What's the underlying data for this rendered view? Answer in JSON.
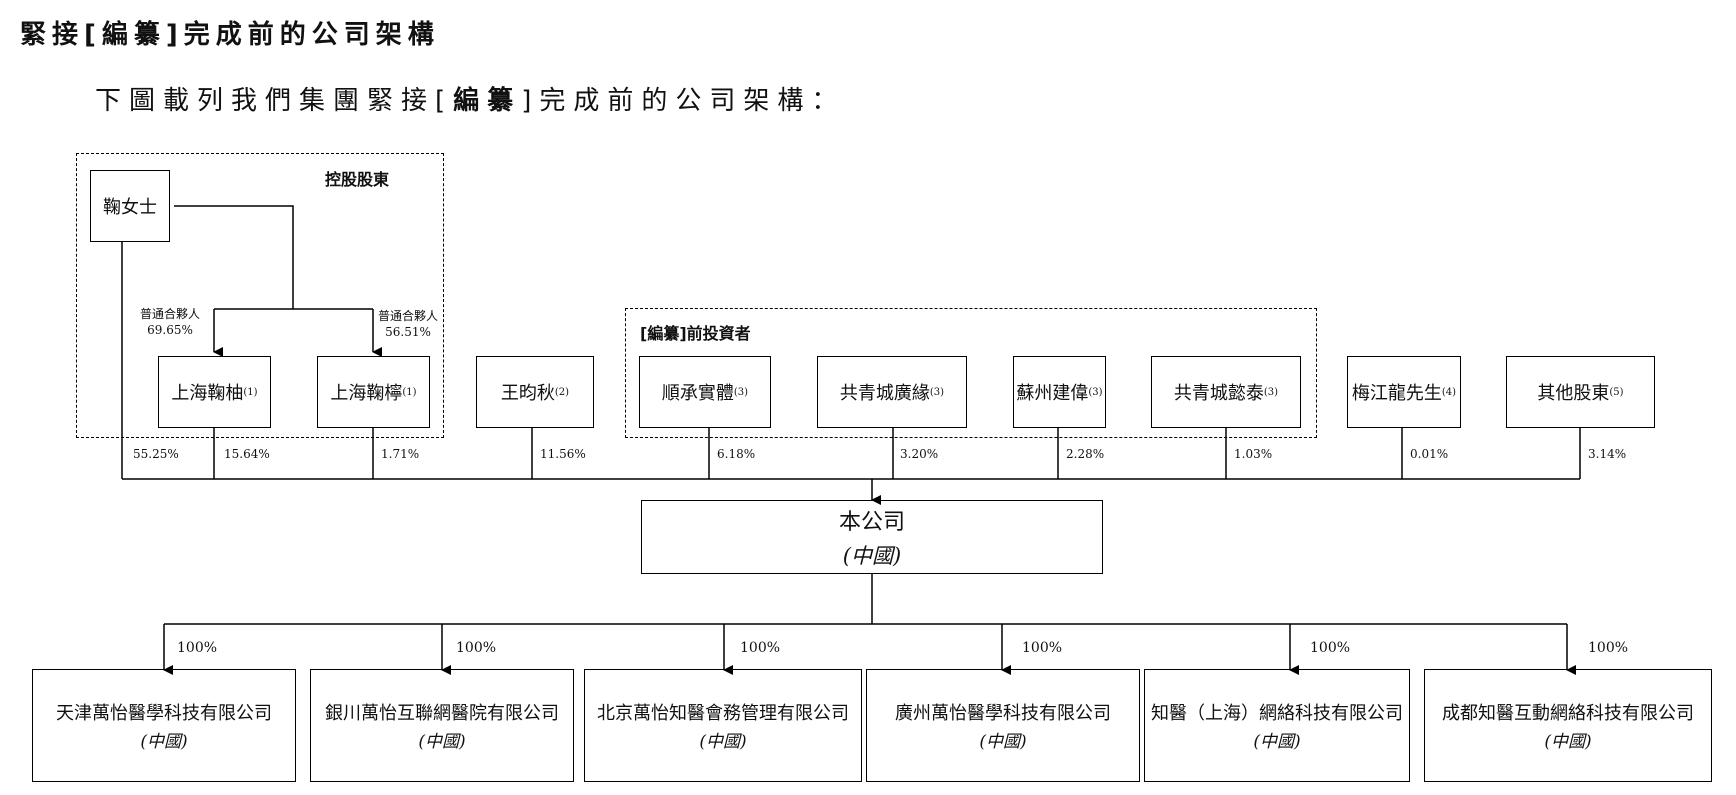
{
  "heading": "緊接[編纂]完成前的公司架構",
  "intro": {
    "before": "下圖載列我們集團緊接",
    "bracket_open": "[",
    "bold": "編纂",
    "bracket_close": "]",
    "after": "完成前的公司架構："
  },
  "groups": {
    "controlling": "控股股東",
    "pre_investors_bracket_open": "[",
    "pre_investors_bold": "編纂",
    "pre_investors_rest": "]前投資者"
  },
  "shareholders": {
    "ju": {
      "name": "鞠女士",
      "pct": "55.25%"
    },
    "juyou": {
      "name": "上海鞠柚",
      "note": "(1)",
      "pct": "15.64%",
      "gp_label": "普通合夥人",
      "gp_pct": "69.65%"
    },
    "juning": {
      "name": "上海鞠檸",
      "note": "(1)",
      "pct": "1.71%",
      "gp_label": "普通合夥人",
      "gp_pct": "56.51%"
    },
    "wang": {
      "name": "王昀秋",
      "note": "(2)",
      "pct": "11.56%"
    },
    "shuncheng": {
      "name": "順承實體",
      "note": "(3)",
      "pct": "6.18%"
    },
    "guangyuan": {
      "name": "共青城廣緣",
      "note": "(3)",
      "pct": "3.20%"
    },
    "suzhou": {
      "name": "蘇州建偉",
      "note": "(3)",
      "pct": "2.28%"
    },
    "yitai": {
      "name": "共青城懿泰",
      "note": "(3)",
      "pct": "1.03%"
    },
    "mei": {
      "name": "梅江龍先生",
      "note": "(4)",
      "pct": "0.01%"
    },
    "others": {
      "name": "其他股東",
      "note": "(5)",
      "pct": "3.14%"
    }
  },
  "company": {
    "name": "本公司",
    "country": "(中國)"
  },
  "subsidiaries": [
    {
      "name": "天津萬怡醫學科技有限公司",
      "country": "(中國)",
      "pct": "100%"
    },
    {
      "name": "銀川萬怡互聯網醫院有限公司",
      "country": "(中國)",
      "pct": "100%"
    },
    {
      "name": "北京萬怡知醫會務管理有限公司",
      "country": "(中國)",
      "pct": "100%"
    },
    {
      "name": "廣州萬怡醫學科技有限公司",
      "country": "(中國)",
      "pct": "100%"
    },
    {
      "name": "知醫（上海）網絡科技有限公司",
      "country": "(中國)",
      "pct": "100%"
    },
    {
      "name": "成都知醫互動網絡科技有限公司",
      "country": "(中國)",
      "pct": "100%"
    }
  ]
}
